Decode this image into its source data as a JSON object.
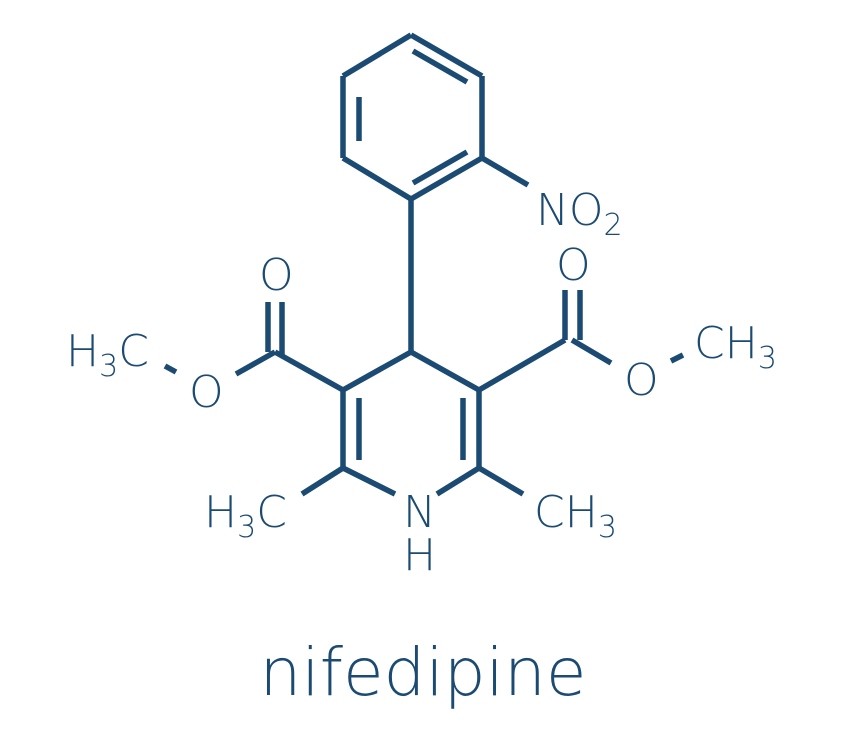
{
  "molecule": {
    "name": "nifedipine",
    "labels": {
      "nitro": {
        "main": "NO",
        "sub": "2"
      },
      "left_carbonyl_o": "O",
      "left_ester_o": "O",
      "left_methoxy": {
        "h": "H",
        "sub": "3",
        "c": "C"
      },
      "right_carbonyl_o": "O",
      "right_ester_o": "O",
      "right_methoxy": {
        "c": "CH",
        "sub": "3"
      },
      "left_methyl": {
        "h": "H",
        "sub": "3",
        "c": "C"
      },
      "right_methyl": {
        "c": "CH",
        "sub": "3"
      },
      "ring_n": "N",
      "ring_nh_h": "H"
    }
  },
  "colors": {
    "ink": "#1b4a72",
    "background": "#ffffff"
  }
}
